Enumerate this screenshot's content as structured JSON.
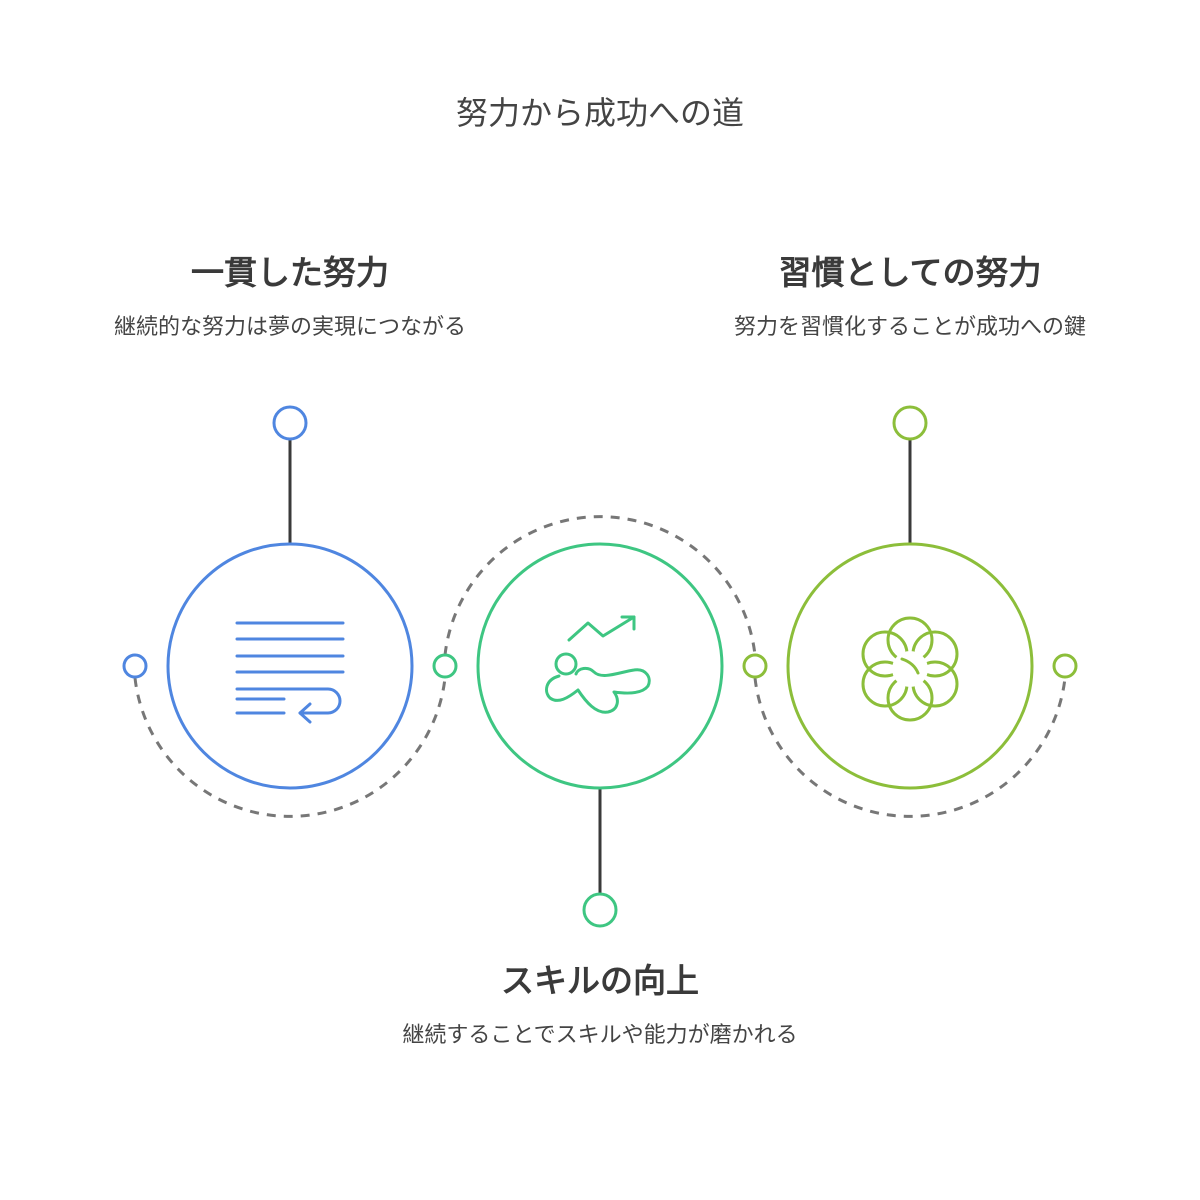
{
  "title": "努力から成功への道",
  "colors": {
    "blue": "#4F86E0",
    "green": "#3EC682",
    "lime": "#8CBE3A",
    "connector": "#3a3a3a",
    "dash": "#777777"
  },
  "steps": [
    {
      "title": "一貫した努力",
      "description": "継続的な努力は夢の実現につながる",
      "icon": "text-wrap-icon",
      "color": "blue"
    },
    {
      "title": "スキルの向上",
      "description": "継続することでスキルや能力が磨かれる",
      "icon": "growth-figure-icon",
      "color": "green"
    },
    {
      "title": "習慣としての努力",
      "description": "努力を習慣化することが成功への鍵",
      "icon": "flower-icon",
      "color": "lime"
    }
  ]
}
